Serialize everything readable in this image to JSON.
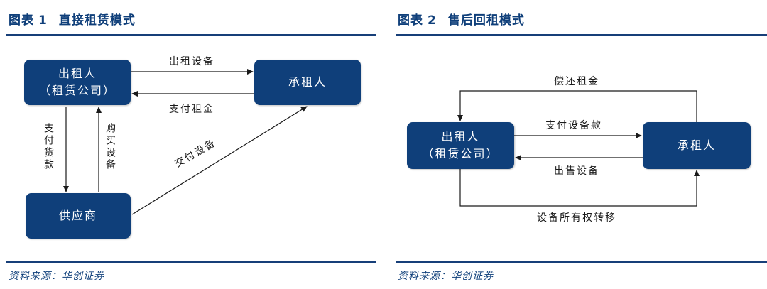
{
  "colors": {
    "box_fill": "#0f3f7a",
    "rule": "#173f79",
    "arrow": "#1a1a1a"
  },
  "figure1": {
    "title_prefix": "图表",
    "title_num": "1",
    "title_text": "直接租赁模式",
    "nodes": {
      "lessor_line1": "出租人",
      "lessor_line2": "（租赁公司）",
      "lessee": "承租人",
      "supplier": "供应商"
    },
    "edges": {
      "lease_equipment": "出租设备",
      "pay_rent": "支付租金",
      "pay_goods": "支付货款",
      "buy_equipment": "购买设备",
      "deliver_equipment": "交付设备"
    },
    "source": "资料来源：华创证券"
  },
  "figure2": {
    "title_prefix": "图表",
    "title_num": "2",
    "title_text": "售后回租模式",
    "nodes": {
      "lessor_line1": "出租人",
      "lessor_line2": "（租赁公司）",
      "lessee": "承租人"
    },
    "edges": {
      "repay_rent": "偿还租金",
      "pay_equipment": "支付设备款",
      "sell_equipment": "出售设备",
      "ownership_transfer": "设备所有权转移"
    },
    "source": "资料来源：华创证券"
  }
}
